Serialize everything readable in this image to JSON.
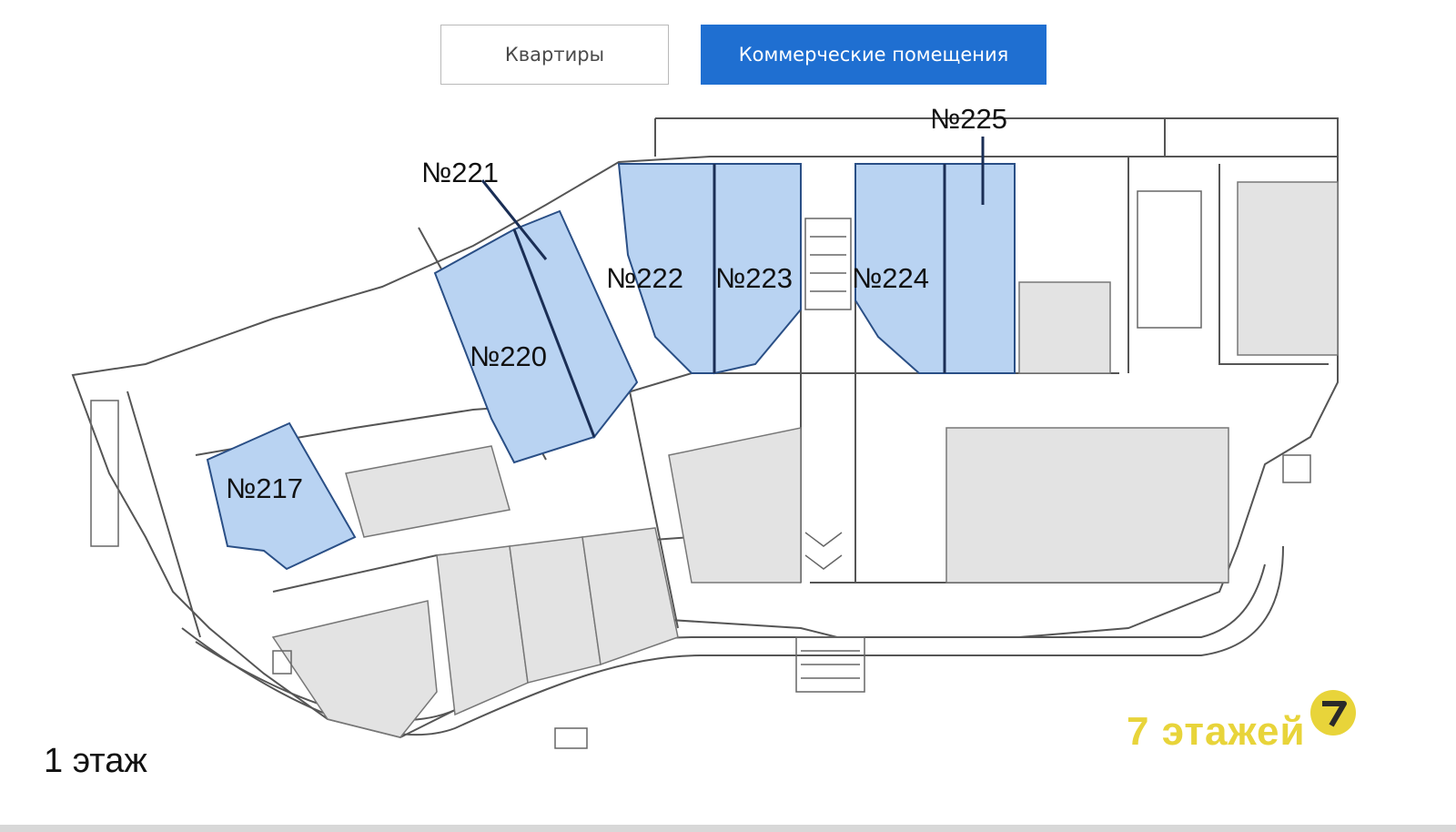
{
  "tabs": {
    "apartments": "Квартиры",
    "commercial": "Коммерческие помещения"
  },
  "units": [
    {
      "id": "217",
      "label": "№217"
    },
    {
      "id": "220",
      "label": "№220"
    },
    {
      "id": "221",
      "label": "№221"
    },
    {
      "id": "222",
      "label": "№222"
    },
    {
      "id": "223",
      "label": "№223"
    },
    {
      "id": "224",
      "label": "№224"
    },
    {
      "id": "225",
      "label": "№225"
    }
  ],
  "floor_label": "1 этаж",
  "brand": {
    "text": "7 этажей",
    "color": "#e8d43a"
  },
  "colors": {
    "highlight": "#b9d3f2",
    "tab_active": "#1f6fd1",
    "occupied": "#e3e3e3"
  }
}
